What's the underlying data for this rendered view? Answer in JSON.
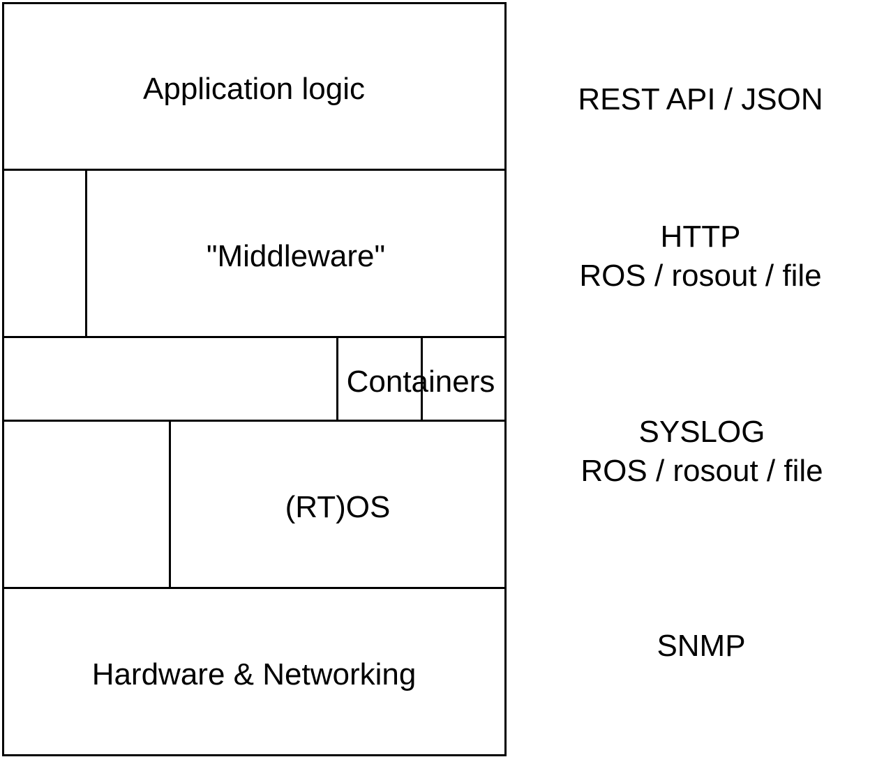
{
  "layers": {
    "application": "Application logic",
    "middleware": "\"Middleware\"",
    "containers": "Containers",
    "os": "(RT)OS",
    "hardware": "Hardware & Networking"
  },
  "protocols": {
    "application": [
      "REST API / JSON"
    ],
    "middleware": [
      "HTTP",
      "ROS / rosout / file"
    ],
    "os": [
      "SYSLOG",
      "ROS / rosout / file"
    ],
    "hardware": [
      "SNMP"
    ]
  },
  "colors": {
    "stroke": "#000000",
    "fill": "#ffffff"
  }
}
